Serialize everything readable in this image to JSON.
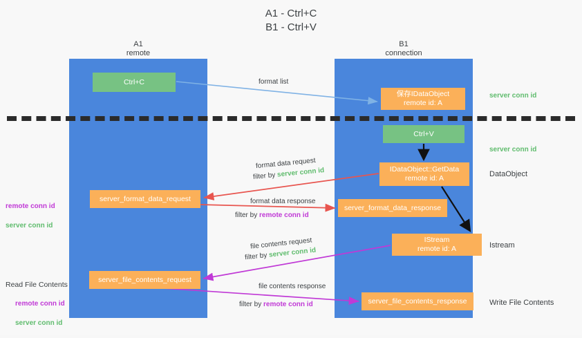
{
  "title": "A1 - Ctrl+C\nB1 - Ctrl+V",
  "columns": {
    "a1": "A1\nremote",
    "b1": "B1\nconnection"
  },
  "colors": {
    "lane": "#4a86dc",
    "green_node": "#77c283",
    "orange_node": "#fbb059",
    "server_conn_id": "#60bc6e",
    "remote_conn_id": "#c039d6",
    "divider": "#2b2b2b",
    "arrow_blue": "#7fb2e5",
    "arrow_red": "#e8554f",
    "arrow_magenta": "#c039d6",
    "arrow_black": "#111111",
    "background": "#f8f8f8"
  },
  "nodes": {
    "ctrl_c": "Ctrl+C",
    "save_dataobject": "保存IDataObject\nremote id: A",
    "ctrl_v": "Ctrl+V",
    "getdata": "IDataObject::GetData\nremote id: A",
    "server_format_data_request": "server_format_data_request",
    "server_format_data_response": "server_format_data_response",
    "istream": "IStream\nremote id: A",
    "server_file_contents_request": "server_file_contents_request",
    "server_file_contents_response": "server_file_contents_response"
  },
  "edges": {
    "format_list": "format list",
    "format_data_request": "format data request",
    "format_data_request_filter_prefix": "filter by ",
    "format_data_request_filter_value": "server conn id",
    "format_data_response": "format data response",
    "format_data_response_filter_prefix": "filter by ",
    "format_data_response_filter_value": "remote conn id",
    "file_contents_request": "file contents request",
    "file_contents_request_filter_prefix": "filter by ",
    "file_contents_request_filter_value": "server conn id",
    "file_contents_response": "file contents response",
    "file_contents_response_filter_prefix": "filter by ",
    "file_contents_response_filter_value": "remote conn id"
  },
  "annotations": {
    "server_conn_id_top": "server conn id",
    "server_conn_id_mid": "server conn id",
    "dataobject": "DataObject",
    "istream_label": "Istream",
    "write_file_contents": "Write File Contents",
    "read_file_contents": "Read File Contents",
    "remote_conn_id": "remote conn id",
    "server_conn_id": "server conn id"
  }
}
